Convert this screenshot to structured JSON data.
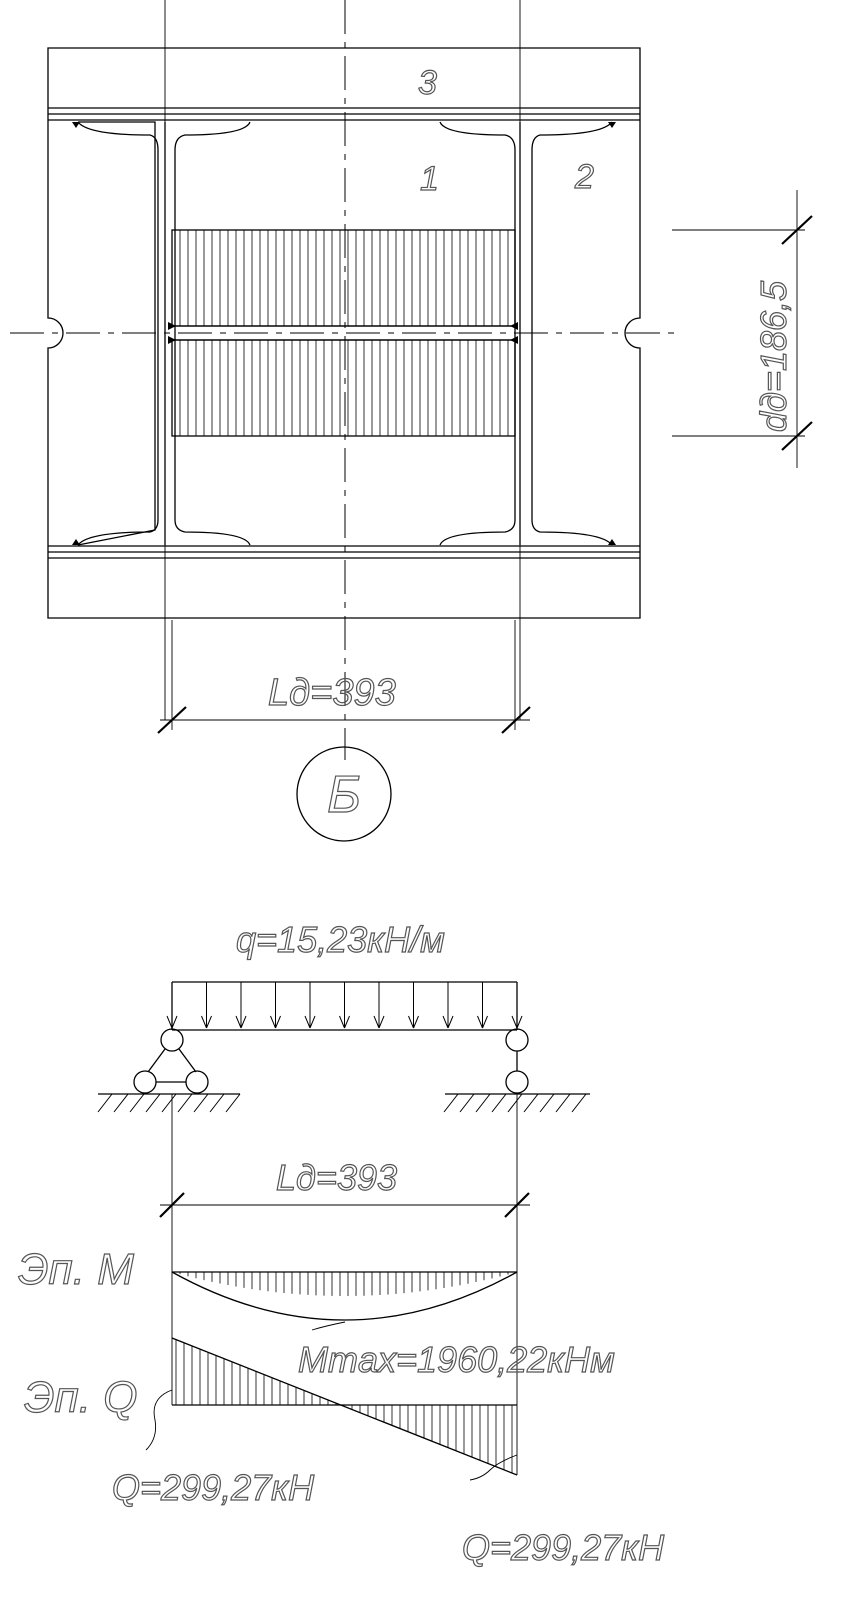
{
  "plan": {
    "part_labels": {
      "cover_plate": "3",
      "web_panel": "1",
      "rib": "2"
    },
    "height_dim": "dд=186,5",
    "width_dim": "Lд=393",
    "axis_marker": "Б"
  },
  "beam": {
    "load_label": "q=15,23кН/м",
    "span_dim": "Lд=393",
    "moment_diagram_label": "Эп. M",
    "moment_max_label": "Mmax=1960,22кНм",
    "shear_diagram_label": "Эп. Q",
    "shear_left_label": "Q=299,27кН",
    "shear_right_label": "Q=299,27кН"
  }
}
